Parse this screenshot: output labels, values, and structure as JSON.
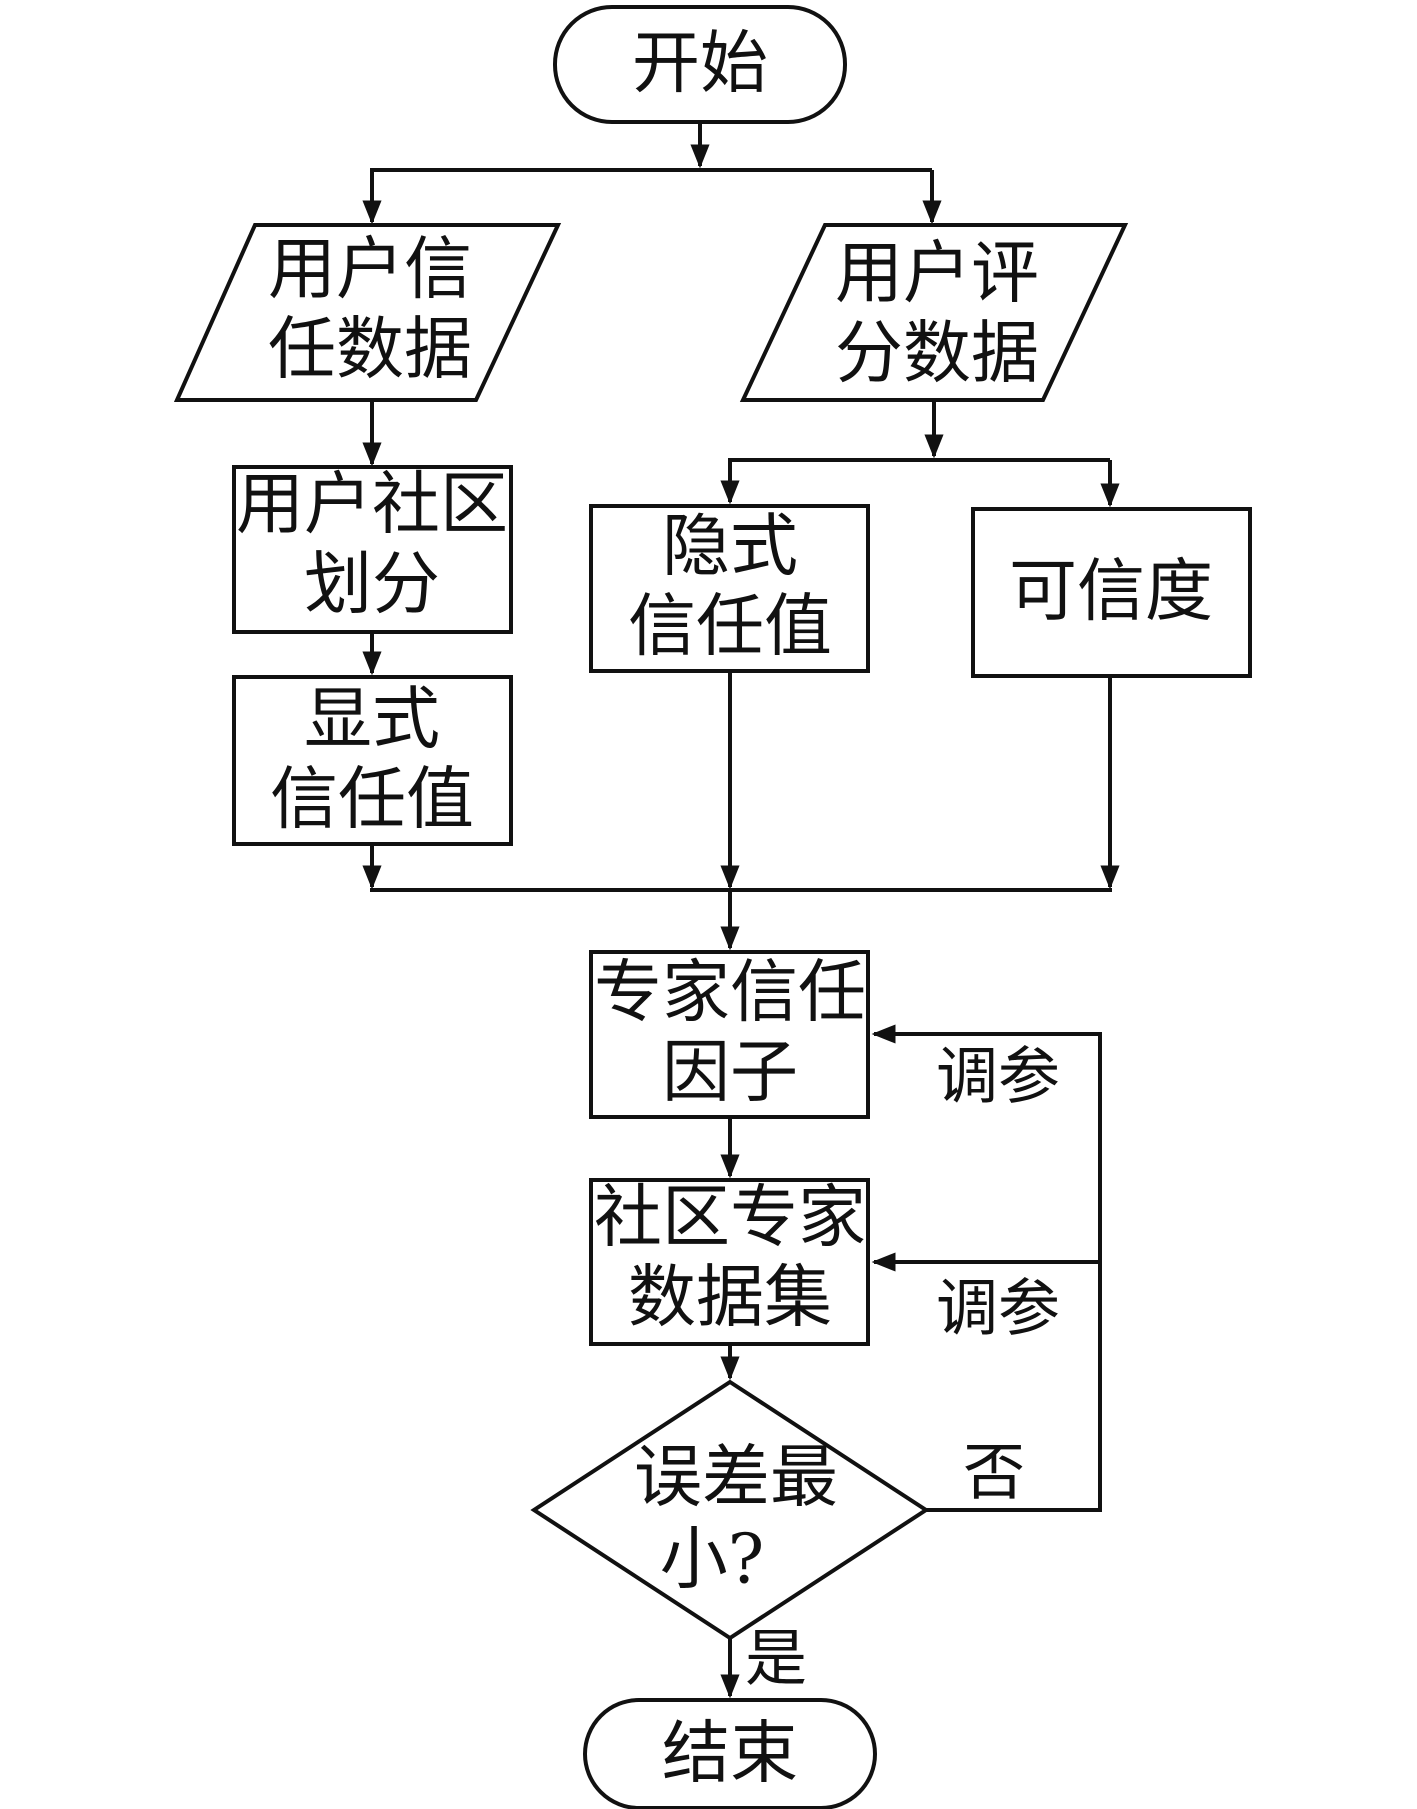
{
  "flowchart": {
    "start": "开始",
    "user_trust_data": [
      "用户信",
      "任数据"
    ],
    "user_rating_data": [
      "用户评",
      "分数据"
    ],
    "community_division": [
      "用户社区",
      "划分"
    ],
    "explicit_trust": [
      "显式",
      "信任值"
    ],
    "implicit_trust": [
      "隐式",
      "信任值"
    ],
    "credibility": "可信度",
    "expert_trust_factor": [
      "专家信任",
      "因子"
    ],
    "community_expert_dataset": [
      "社区专家",
      "数据集"
    ],
    "decision": [
      "误差最",
      "小?"
    ],
    "yes_label": "是",
    "no_label": "否",
    "adjust_label_1": "调参",
    "adjust_label_2": "调参",
    "end": "结束"
  }
}
